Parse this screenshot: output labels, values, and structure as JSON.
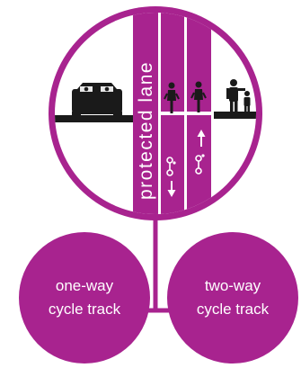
{
  "colors": {
    "primary": "#a8238f",
    "road": "#1a1a1a",
    "white": "#ffffff"
  },
  "main_circle": {
    "vertical_label": "protected lane",
    "figures": {
      "car": "car-icon",
      "cyclist_left": "cyclist-icon",
      "cyclist_right": "cyclist-icon",
      "pedestrians": "pedestrian-family-icon",
      "bike_symbol_left": "bike-marking-icon",
      "bike_symbol_right": "bike-marking-icon",
      "arrow_down": "arrow-down-icon",
      "arrow_up": "arrow-up-icon"
    }
  },
  "options": [
    {
      "line1": "one-way",
      "line2": "cycle track"
    },
    {
      "line1": "two-way",
      "line2": "cycle track"
    }
  ]
}
